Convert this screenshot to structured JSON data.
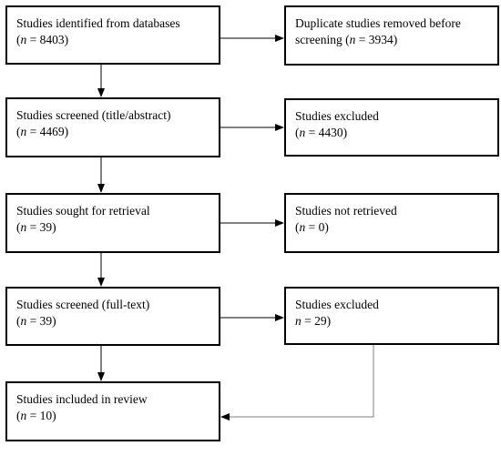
{
  "boxes": {
    "identified": {
      "title": "Studies identified from databases",
      "n_prefix": "(",
      "n_symbol": "n",
      "n_value": " = 8403)"
    },
    "duplicates": {
      "title": "Duplicate studies removed before",
      "title2": "screening (",
      "n_symbol": "n",
      "n_value": " = 3934)"
    },
    "screened_title": {
      "title": "Studies screened (title/abstract)",
      "n_prefix": "(",
      "n_symbol": "n",
      "n_value": " = 4469)"
    },
    "excluded_title": {
      "title": "Studies excluded",
      "n_prefix": "(",
      "n_symbol": "n",
      "n_value": " = 4430)"
    },
    "sought": {
      "title": "Studies sought for retrieval",
      "n_prefix": "(",
      "n_symbol": "n",
      "n_value": " = 39)"
    },
    "not_retrieved": {
      "title": "Studies not retrieved",
      "n_prefix": "(",
      "n_symbol": "n",
      "n_value": " = 0)"
    },
    "screened_full": {
      "title": "Studies screened (full-text)",
      "n_prefix": "(",
      "n_symbol": "n",
      "n_value": " = 39)"
    },
    "excluded_full": {
      "title": "Studies excluded",
      "n_prefix": "",
      "n_symbol": "n",
      "n_value": " = 29)"
    },
    "included": {
      "title": "Studies included in review",
      "n_prefix": "(",
      "n_symbol": "n",
      "n_value": " = 10)"
    }
  },
  "colors": {
    "box_border": "#000000",
    "connector": "#000000",
    "final_connector": "#7f7f7f"
  }
}
